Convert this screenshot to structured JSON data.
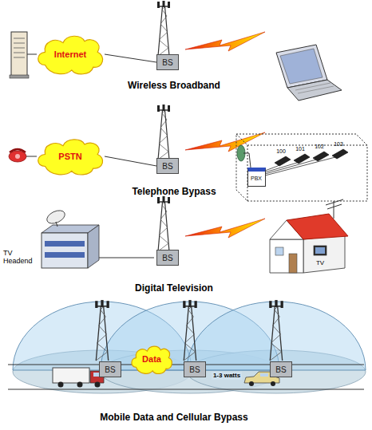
{
  "diagram": {
    "nodes": [
      {
        "text": [
          "Internet"
        ]
      },
      {
        "text": [
          "BS"
        ]
      },
      {
        "text": [
          "PSTN"
        ]
      },
      {
        "text": [
          "BS"
        ]
      },
      {
        "text": [
          "PBX"
        ]
      },
      {
        "text": [
          "BS"
        ]
      },
      {
        "text": [
          "BS"
        ]
      },
      {
        "text": [
          "Data"
        ]
      },
      {
        "text": [
          "BS"
        ]
      },
      {
        "text": [
          "BS"
        ]
      }
    ],
    "edges": [
      {
        "from": 0,
        "to": 1,
        "arrow": "none"
      },
      {
        "from": 2,
        "to": 3,
        "arrow": "none"
      }
    ],
    "labels": [
      "Wireless Broadband",
      "100",
      "101",
      "102",
      "103",
      "Telephone Bypass",
      "TV Headend",
      "TV",
      "Digital Television",
      "1-3 watts",
      "Mobile Data and Cellular Bypass"
    ]
  }
}
